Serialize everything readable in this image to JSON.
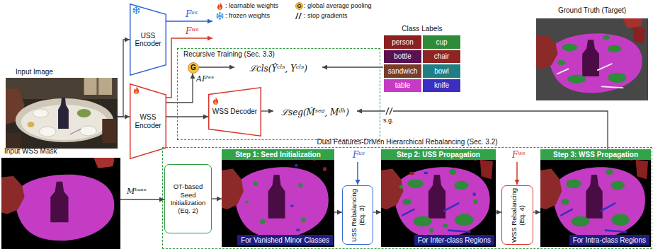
{
  "diagram": {
    "nodes": [
      {
        "text": [
          "Input Image"
        ]
      },
      {
        "text": [
          "USS Encoder"
        ]
      },
      {
        "text": [
          "WSS Encoder"
        ]
      },
      {
        "text": [
          "Recursive Training (Sec. 3.3)"
        ]
      },
      {
        "text": [
          "G"
        ],
        "in": 3
      },
      {
        "text": [
          "ℒcls(Ŷᶜˡˢ, Yᶜˡˢ)"
        ],
        "in": 3
      },
      {
        "text": [
          "WSS Decoder"
        ],
        "in": 3
      },
      {
        "text": [
          "ℒseg(M̂ˢᵉᵍ, Mᵈʰ)"
        ],
        "in": 3
      },
      {
        "text": [
          "Class Labels"
        ]
      },
      {
        "text": [
          "person"
        ],
        "in": 8
      },
      {
        "text": [
          "cup"
        ],
        "in": 8
      },
      {
        "text": [
          "bottle"
        ],
        "in": 8
      },
      {
        "text": [
          "chair"
        ],
        "in": 8
      },
      {
        "text": [
          "sandwich"
        ],
        "in": 8
      },
      {
        "text": [
          "bowl"
        ],
        "in": 8
      },
      {
        "text": [
          "table"
        ],
        "in": 8
      },
      {
        "text": [
          "knife"
        ],
        "in": 8
      },
      {
        "text": [
          "Ground Truth (Target)"
        ]
      },
      {
        "text": [
          "Input WSS Mask"
        ]
      },
      {
        "text": [
          "Dual Features-Driven Hierarchical Rebalancing (Sec. 3.2)"
        ]
      },
      {
        "text": [
          "OT-based Seed Initialization (Eq. 2)"
        ],
        "in": 19
      },
      {
        "text": [
          "Step 1: Seed Initialization",
          "For Vanished Minor Classes"
        ],
        "in": 19
      },
      {
        "text": [
          "USS Rebalancing (Eq. 3)"
        ],
        "in": 19
      },
      {
        "text": [
          "Step 2: USS Propagation",
          "For Inter-class Regions"
        ],
        "in": 19
      },
      {
        "text": [
          "WSS Rebalancing (Eq. 4)"
        ],
        "in": 19
      },
      {
        "text": [
          "Step 3: WSS Propagation",
          "For Intra-class Regions"
        ],
        "in": 19
      }
    ],
    "edges": [
      {
        "from": 0,
        "to": 1,
        "arrow": "to"
      },
      {
        "from": 0,
        "to": 2,
        "arrow": "to"
      },
      {
        "from": 2,
        "to": 4,
        "label": "AFʷˢ",
        "arrow": "to"
      },
      {
        "from": 4,
        "to": 5,
        "arrow": "to"
      },
      {
        "from": 2,
        "to": 6,
        "arrow": "to"
      },
      {
        "from": 6,
        "to": 7,
        "arrow": "to"
      },
      {
        "from": 8,
        "to": 5,
        "arrow": "to"
      },
      {
        "from": 25,
        "to": 7,
        "label": "s.g.",
        "arrow": "to"
      },
      {
        "from": 18,
        "to": 20,
        "label": "Mᵇᵃˢᵉ",
        "arrow": "to"
      },
      {
        "from": 20,
        "to": 21,
        "arrow": "to"
      },
      {
        "from": 21,
        "to": 22,
        "arrow": "to"
      },
      {
        "from": 22,
        "to": 23,
        "arrow": "to"
      },
      {
        "from": 23,
        "to": 24,
        "arrow": "to"
      },
      {
        "from": 24,
        "to": 25,
        "arrow": "to"
      }
    ],
    "labels": [
      "Fᵘˢ",
      "Fʷˢ",
      "Fᵘˢ",
      "Fʷˢ",
      "G"
    ],
    "legend": [
      {
        "text": ": learnable weights"
      },
      {
        "text": ": frozen weights"
      },
      {
        "text": ": global average pooling"
      },
      {
        "text": ": stop gradients"
      }
    ]
  }
}
